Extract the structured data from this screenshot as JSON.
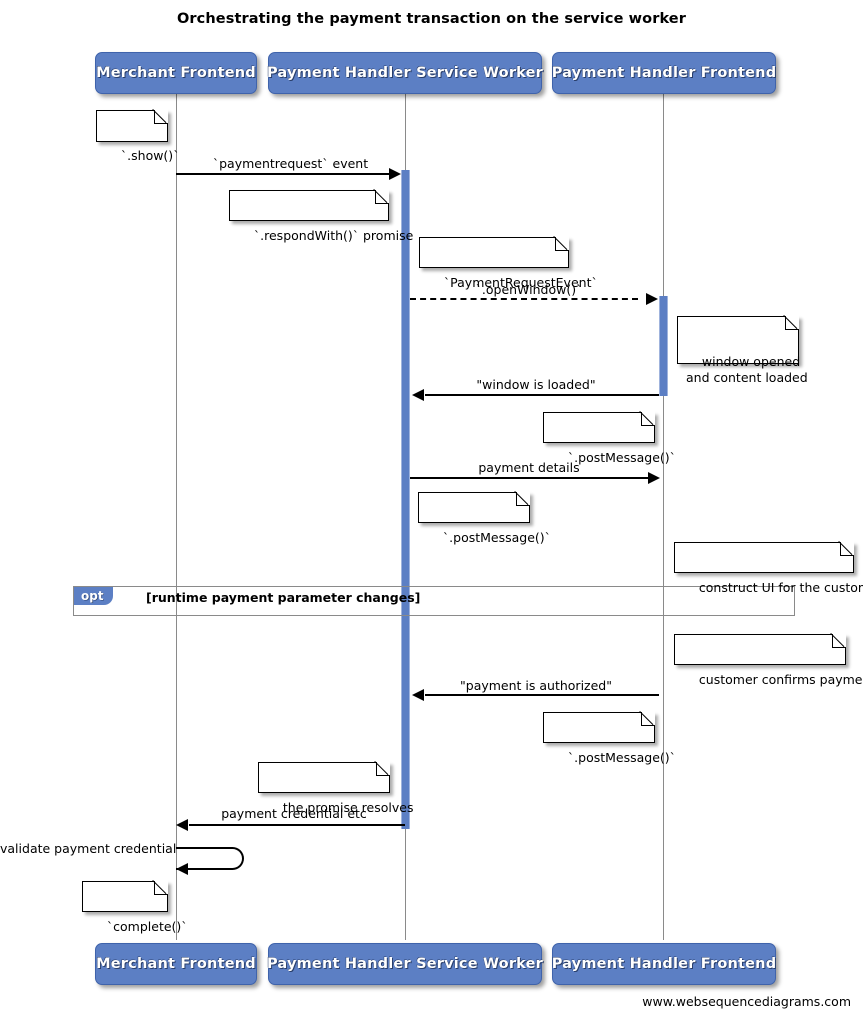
{
  "diagram": {
    "title": "Orchestrating the payment transaction on the service worker",
    "credit": "www.websequencediagrams.com",
    "colors": {
      "participant_fill": "#5c7fc4",
      "activation_fill": "#5c7fc4",
      "lifeline": "#8a8a8a",
      "note_fill": "#ffffff",
      "line": "#000000"
    }
  },
  "participants": [
    {
      "id": "merchant",
      "label": "Merchant Frontend"
    },
    {
      "id": "sw",
      "label": "Payment Handler Service Worker"
    },
    {
      "id": "frontend",
      "label": "Payment Handler Frontend"
    }
  ],
  "participants_bottom": [
    {
      "id": "merchant",
      "label": "Merchant Frontend"
    },
    {
      "id": "sw",
      "label": "Payment Handler Service Worker"
    },
    {
      "id": "frontend",
      "label": "Payment Handler Frontend"
    }
  ],
  "messages": [
    {
      "id": "m1",
      "label": "`paymentrequest` event",
      "from": "merchant",
      "to": "sw",
      "style": "solid"
    },
    {
      "id": "m2",
      "label": "`.openWindow()`",
      "from": "sw",
      "to": "frontend",
      "style": "dashed"
    },
    {
      "id": "m3",
      "label": "\"window is loaded\"",
      "from": "frontend",
      "to": "sw",
      "style": "solid"
    },
    {
      "id": "m4",
      "label": "payment details",
      "from": "sw",
      "to": "frontend",
      "style": "solid"
    },
    {
      "id": "m5",
      "label": "\"payment is authorized\"",
      "from": "frontend",
      "to": "sw",
      "style": "solid"
    },
    {
      "id": "m6",
      "label": "payment credential etc",
      "from": "sw",
      "to": "merchant",
      "style": "solid"
    },
    {
      "id": "m7",
      "label": "validate payment credential",
      "from": "merchant",
      "to": "merchant",
      "style": "self"
    }
  ],
  "notes": [
    {
      "id": "n1",
      "text": "`.show()`"
    },
    {
      "id": "n2",
      "text": "`.respondWith()` promise"
    },
    {
      "id": "n3",
      "text": "`PaymentRequestEvent`"
    },
    {
      "id": "n4",
      "text": "window opened\nand content loaded"
    },
    {
      "id": "n5",
      "text": "`.postMessage()`"
    },
    {
      "id": "n6",
      "text": "`.postMessage()`"
    },
    {
      "id": "n7",
      "text": "construct UI for the customer"
    },
    {
      "id": "n8",
      "text": "customer confirms payment"
    },
    {
      "id": "n9",
      "text": "`.postMessage()`"
    },
    {
      "id": "n10",
      "text": "the promise resolves"
    },
    {
      "id": "n11",
      "text": "`complete()`"
    }
  ],
  "fragments": [
    {
      "id": "opt1",
      "kind": "opt",
      "condition": "[runtime payment parameter changes]"
    }
  ]
}
